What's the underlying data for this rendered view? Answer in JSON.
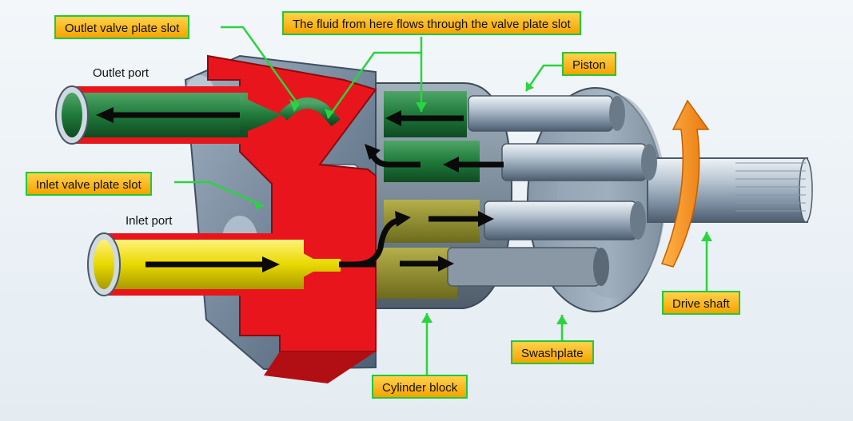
{
  "labels": {
    "outlet_valve_plate_slot": "Outlet valve plate slot",
    "fluid_flow": "The fluid from here flows through the valve plate slot",
    "piston": "Piston",
    "outlet_port": "Outlet port",
    "inlet_valve_plate_slot": "Inlet valve plate slot",
    "inlet_port": "Inlet port",
    "drive_shaft": "Drive shaft",
    "swashplate": "Swashplate",
    "cylinder_block": "Cylinder block"
  },
  "colors": {
    "background": "#eaf1f6",
    "housing_red": "#e8161c",
    "outlet_fluid_green": "#1f7a3a",
    "inlet_fluid_yellow": "#e8d800",
    "steel": "#8c9db0",
    "cylinder_block": "#6f7f8e",
    "callout_fill": "#ffc21a",
    "callout_border": "#23c93a",
    "rotation_arrow": "#f7931e"
  }
}
